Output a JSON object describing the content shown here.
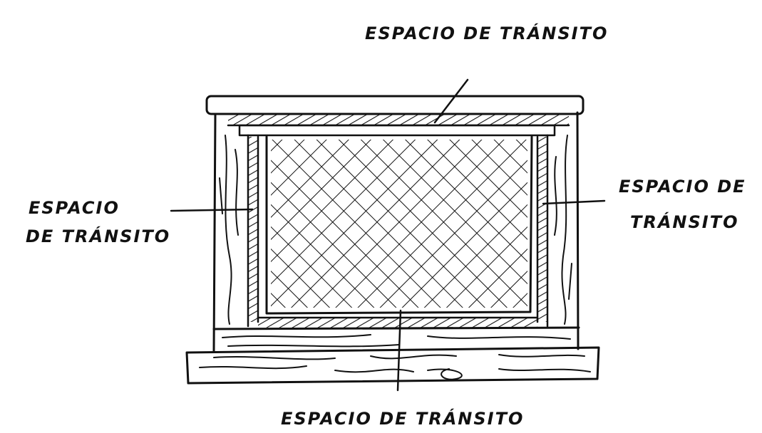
{
  "diagram": {
    "labels": {
      "top": "ESPACIO DE TRÁNSITO",
      "left_line1": "ESPACIO",
      "left_line2": "DE TRÁNSITO",
      "right_line1": "ESPACIO DE",
      "right_line2": "TRÁNSITO",
      "bottom": "ESPACIO DE TRÁNSITO"
    },
    "colors": {
      "ink": "#111111",
      "paper": "#ffffff"
    }
  }
}
